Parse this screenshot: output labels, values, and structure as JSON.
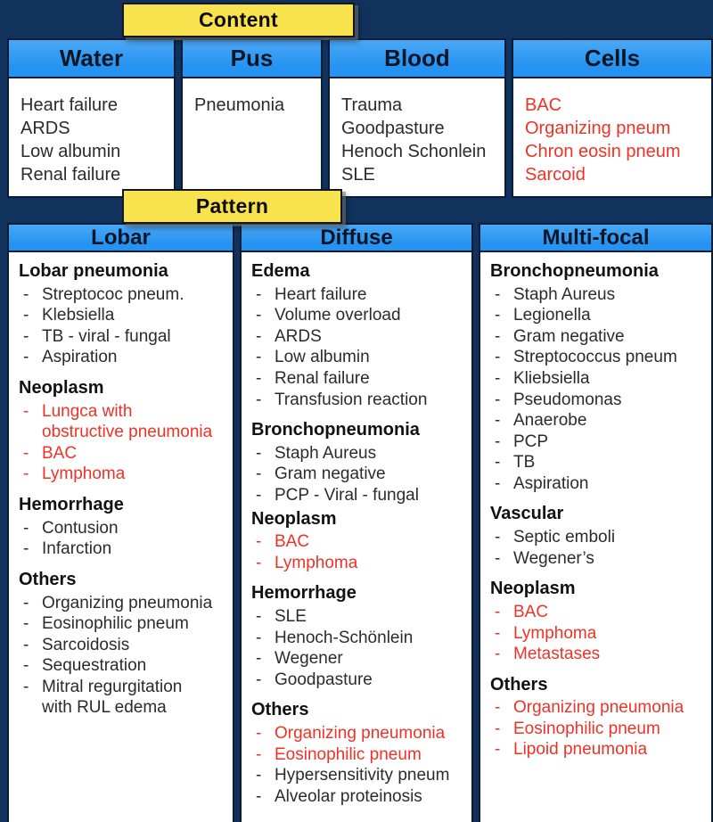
{
  "list_bullet": "-",
  "colors": {
    "navy_background": "#10325c",
    "header_blue": "#2493f1",
    "tab_yellow": "#f8e24e",
    "red_text": "#ef3226",
    "body_text": "#2b2b2b"
  },
  "content_section": {
    "tab_label": "Content",
    "columns": [
      {
        "header": "Water",
        "items": [
          {
            "text": "Heart failure"
          },
          {
            "text": "ARDS"
          },
          {
            "text": "Low albumin"
          },
          {
            "text": "Renal failure"
          }
        ]
      },
      {
        "header": "Pus",
        "items": [
          {
            "text": "Pneumonia"
          }
        ]
      },
      {
        "header": "Blood",
        "items": [
          {
            "text": "Trauma"
          },
          {
            "text": "Goodpasture"
          },
          {
            "text": "Henoch Schonlein"
          },
          {
            "text": "SLE"
          }
        ]
      },
      {
        "header": "Cells",
        "items": [
          {
            "text": "BAC",
            "style": "red"
          },
          {
            "text": "Organizing pneum",
            "style": "red"
          },
          {
            "text": "Chron eosin pneum",
            "style": "red"
          },
          {
            "text": "Sarcoid",
            "style": "red"
          }
        ]
      }
    ]
  },
  "pattern_section": {
    "tab_label": "Pattern",
    "columns": [
      {
        "header": "Lobar",
        "groups": [
          {
            "title": "Lobar pneumonia",
            "items": [
              {
                "text": "Streptococ pneum."
              },
              {
                "text": "Klebsiella"
              },
              {
                "text": "TB - viral - fungal"
              },
              {
                "text": "Aspiration"
              }
            ]
          },
          {
            "title": "Neoplasm",
            "items": [
              {
                "text": "Lungca with\nobstructive pneumonia",
                "style": "red"
              },
              {
                "text": "BAC",
                "style": "red"
              },
              {
                "text": "Lymphoma",
                "style": "red"
              }
            ]
          },
          {
            "title": "Hemorrhage",
            "items": [
              {
                "text": "Contusion"
              },
              {
                "text": "Infarction"
              }
            ]
          },
          {
            "title": "Others",
            "items": [
              {
                "text": "Organizing pneumonia"
              },
              {
                "text": "Eosinophilic pneum"
              },
              {
                "text": "Sarcoidosis"
              },
              {
                "text": "Sequestration"
              },
              {
                "text": "Mitral regurgitation\nwith RUL edema"
              }
            ]
          }
        ]
      },
      {
        "header": "Diffuse",
        "groups": [
          {
            "title": "Edema",
            "items": [
              {
                "text": "Heart failure"
              },
              {
                "text": "Volume overload"
              },
              {
                "text": "ARDS"
              },
              {
                "text": "Low albumin"
              },
              {
                "text": "Renal failure"
              },
              {
                "text": "Transfusion reaction"
              }
            ]
          },
          {
            "title": "Bronchopneumonia",
            "items": [
              {
                "text": "Staph Aureus"
              },
              {
                "text": "Gram negative"
              },
              {
                "text": "PCP - Viral - fungal"
              }
            ]
          },
          {
            "title": "Neoplasm",
            "tight": true,
            "items": [
              {
                "text": "BAC",
                "style": "red"
              },
              {
                "text": "Lymphoma",
                "style": "red"
              }
            ]
          },
          {
            "title": "Hemorrhage",
            "items": [
              {
                "text": "SLE"
              },
              {
                "text": "Henoch-Schönlein"
              },
              {
                "text": "Wegener"
              },
              {
                "text": "Goodpasture"
              }
            ]
          },
          {
            "title": "Others",
            "items": [
              {
                "text": "Organizing pneumonia",
                "style": "red"
              },
              {
                "text": "Eosinophilic pneum",
                "style": "red"
              },
              {
                "text": "Hypersensitivity pneum"
              },
              {
                "text": "Alveolar proteinosis"
              }
            ]
          }
        ]
      },
      {
        "header": "Multi-focal",
        "groups": [
          {
            "title": "Bronchopneumonia",
            "items": [
              {
                "text": "Staph Aureus"
              },
              {
                "text": "Legionella"
              },
              {
                "text": "Gram negative"
              },
              {
                "text": "Streptococcus pneum"
              },
              {
                "text": "Kliebsiella"
              },
              {
                "text": "Pseudomonas"
              },
              {
                "text": "Anaerobe"
              },
              {
                "text": "PCP"
              },
              {
                "text": "TB"
              },
              {
                "text": "Aspiration"
              }
            ]
          },
          {
            "title": "Vascular",
            "items": [
              {
                "text": "Septic emboli"
              },
              {
                "text": "Wegener’s"
              }
            ]
          },
          {
            "title": "Neoplasm",
            "items": [
              {
                "text": "BAC",
                "style": "red"
              },
              {
                "text": "Lymphoma",
                "style": "red"
              },
              {
                "text": "Metastases",
                "style": "red"
              }
            ]
          },
          {
            "title": "Others",
            "items": [
              {
                "text": "Organizing pneumonia",
                "style": "red"
              },
              {
                "text": "Eosinophilic pneum",
                "style": "red"
              },
              {
                "text": "Lipoid pneumonia",
                "style": "red"
              }
            ]
          }
        ]
      }
    ]
  }
}
